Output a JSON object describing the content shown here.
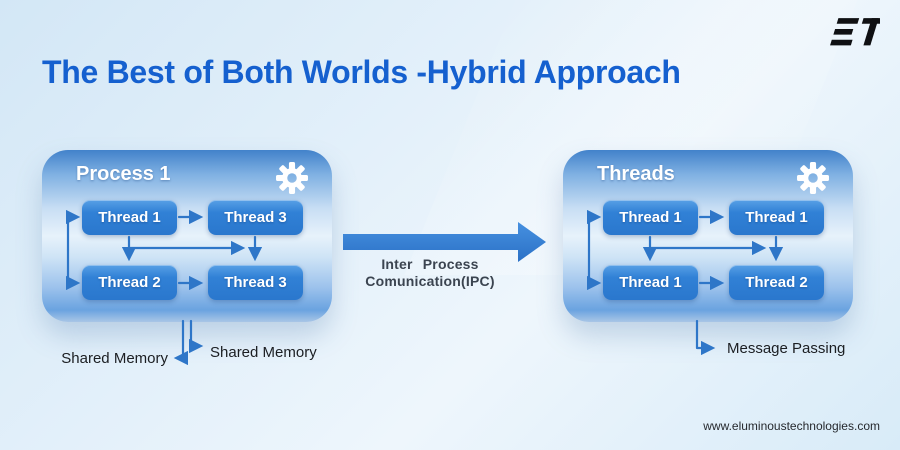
{
  "title": "The Best of Both Worlds -Hybrid Approach",
  "logo": {
    "text": "ET"
  },
  "colors": {
    "title_blue": "#1560cf",
    "connector_blue": "#2e76c8",
    "panel_top_blue": "#4282ca",
    "thread_box_blue": "#2d7ace",
    "annotation_text": "#1b1e22",
    "background_light_blue": "#e3f0fa"
  },
  "icons": {
    "panel_left_icon": "gear-icon",
    "panel_right_icon": "gear-icon"
  },
  "panels": [
    {
      "title": "Process 1",
      "threads": [
        "Thread 1",
        "Thread 3",
        "Thread 2",
        "Thread 3"
      ]
    },
    {
      "title": "Threads",
      "threads": [
        "Thread 1",
        "Thread 1",
        "Thread 1",
        "Thread 2"
      ]
    }
  ],
  "ipc": {
    "line1": "Inter Process",
    "line2": "Comunication(IPC)"
  },
  "annotations": {
    "shared_memory_left": "Shared Memory",
    "shared_memory_right": "Shared Memory",
    "message_passing": "Message Passing"
  },
  "footer": {
    "website": "www.eluminoustechnologies.com"
  }
}
